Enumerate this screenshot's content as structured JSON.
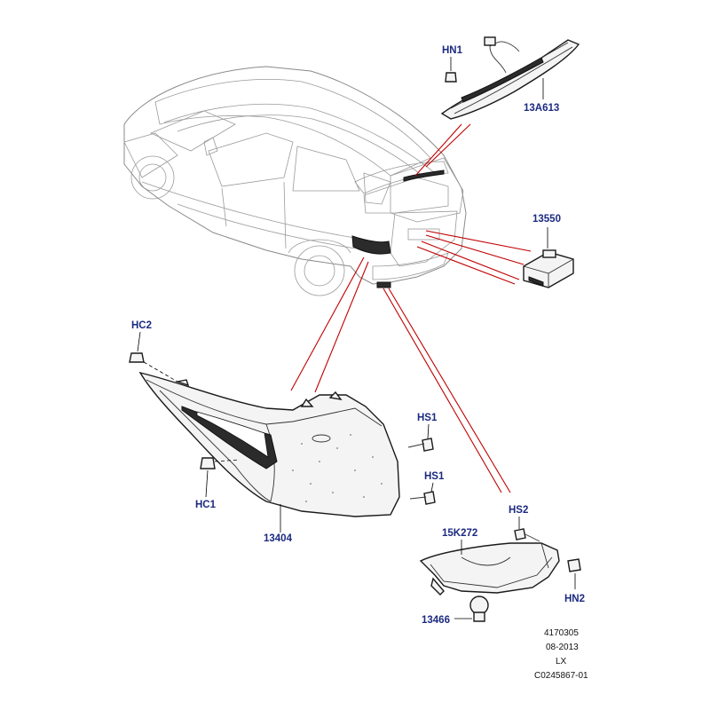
{
  "labels": {
    "hn1": "HN1",
    "p13a613": "13A613",
    "p13550": "13550",
    "hc2": "HC2",
    "hs1_a": "HS1",
    "hs1_b": "HS1",
    "hc1": "HC1",
    "p13404": "13404",
    "hs2": "HS2",
    "p15k272": "15K272",
    "hn2": "HN2",
    "p13466": "13466"
  },
  "reference": {
    "line1": "4170305",
    "line2": "08-2013",
    "line3": "LX",
    "line4": "C0245867-01"
  },
  "colors": {
    "label": "#1c2a80",
    "callout_line": "#c00000"
  }
}
